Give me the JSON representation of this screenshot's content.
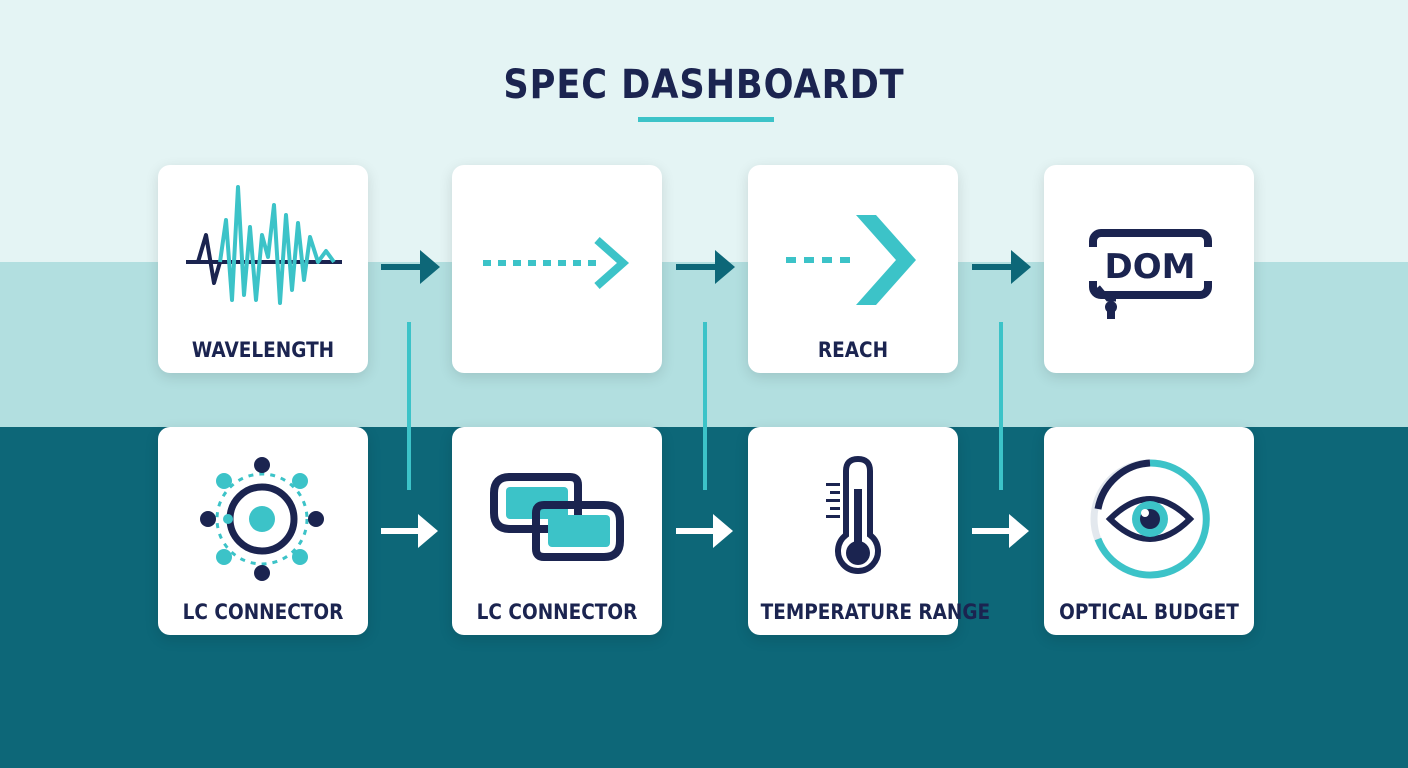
{
  "title": "SPEC DASHBOARDT",
  "colors": {
    "navy": "#1b2450",
    "teal": "#3cc3c8",
    "dark_teal": "#0d6778",
    "light_band": "#e4f4f4",
    "mid_band": "#b2dfe0"
  },
  "cards": [
    {
      "label": "WAVELENGTH",
      "icon": "waveform-icon"
    },
    {
      "label": "",
      "icon": "dotted-arrow-icon"
    },
    {
      "label": "REACH",
      "icon": "reach-arrow-icon"
    },
    {
      "label": "",
      "icon": "dom-monitor-icon",
      "icon_text": "DOM"
    },
    {
      "label": "LC CONNECTOR",
      "icon": "connector-network-icon"
    },
    {
      "label": "LC CONNECTOR",
      "icon": "linked-connector-icon"
    },
    {
      "label": "TEMPERATURE RANGE",
      "icon": "thermometer-icon"
    },
    {
      "label": "OPTICAL BUDGET",
      "icon": "eye-icon"
    }
  ]
}
